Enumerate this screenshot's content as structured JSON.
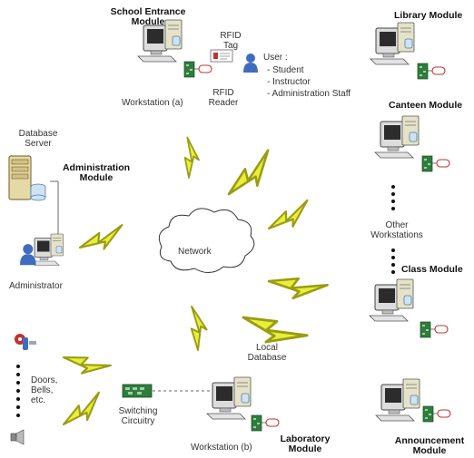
{
  "modules": {
    "school_entrance": "School Entrance\nModule",
    "library": "Library Module",
    "canteen": "Canteen Module",
    "class": "Class Module",
    "announcement": "Announcement\nModule",
    "administration": "Administration\nModule",
    "laboratory": "Laboratory\nModule"
  },
  "labels": {
    "rfid_tag": "RFID\nTag",
    "rfid_reader": "RFID\nReader",
    "workstation_a": "Workstation (a)",
    "workstation_b": "Workstation (b)",
    "user_title": "User :",
    "user_student": "- Student",
    "user_instructor": "- Instructor",
    "user_admin_staff": "- Administration Staff",
    "database_server": "Database\nServer",
    "administrator": "Administrator",
    "network": "Network",
    "other_workstations": "Other\nWorkstations",
    "local_database": "Local\nDatabase",
    "switching_circuitry": "Switching\nCircuitry",
    "devices": "Doors,\nBells,\netc."
  },
  "colors": {
    "lightning": "#e8ee3a",
    "lightning_stroke": "#9a9c10",
    "pcb": "#2f7d3c",
    "tag_red": "#c0332f",
    "user_blue": "#3f6cc0",
    "monitor": "#d9d9d9"
  }
}
